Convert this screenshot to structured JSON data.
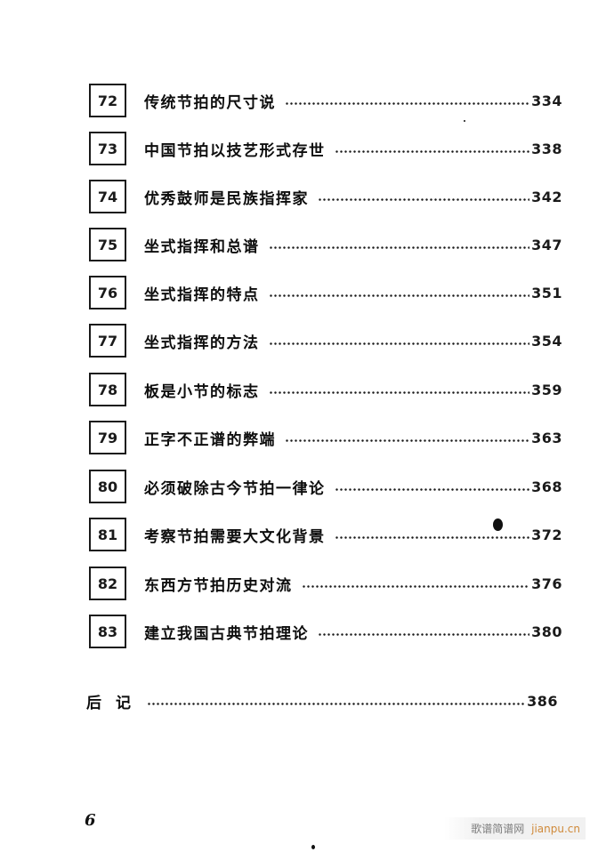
{
  "toc": {
    "entries": [
      {
        "number": "72",
        "title": "传统节拍的尺寸说",
        "page": "334"
      },
      {
        "number": "73",
        "title": "中国节拍以技艺形式存世",
        "page": "338"
      },
      {
        "number": "74",
        "title": "优秀鼓师是民族指挥家",
        "page": "342"
      },
      {
        "number": "75",
        "title": "坐式指挥和总谱",
        "page": "347"
      },
      {
        "number": "76",
        "title": "坐式指挥的特点",
        "page": "351"
      },
      {
        "number": "77",
        "title": "坐式指挥的方法",
        "page": "354"
      },
      {
        "number": "78",
        "title": "板是小节的标志",
        "page": "359"
      },
      {
        "number": "79",
        "title": "正字不正谱的弊端",
        "page": "363"
      },
      {
        "number": "80",
        "title": "必须破除古今节拍一律论",
        "page": "368"
      },
      {
        "number": "81",
        "title": "考察节拍需要大文化背景",
        "page": "372"
      },
      {
        "number": "82",
        "title": "东西方节拍历史对流",
        "page": "376"
      },
      {
        "number": "83",
        "title": "建立我国古典节拍理论",
        "page": "380"
      }
    ],
    "afterword": {
      "title": "后记",
      "page": "386"
    }
  },
  "folio": "6",
  "watermark": {
    "cn": "歌谱简谱网",
    "en": "jianpu.cn"
  }
}
